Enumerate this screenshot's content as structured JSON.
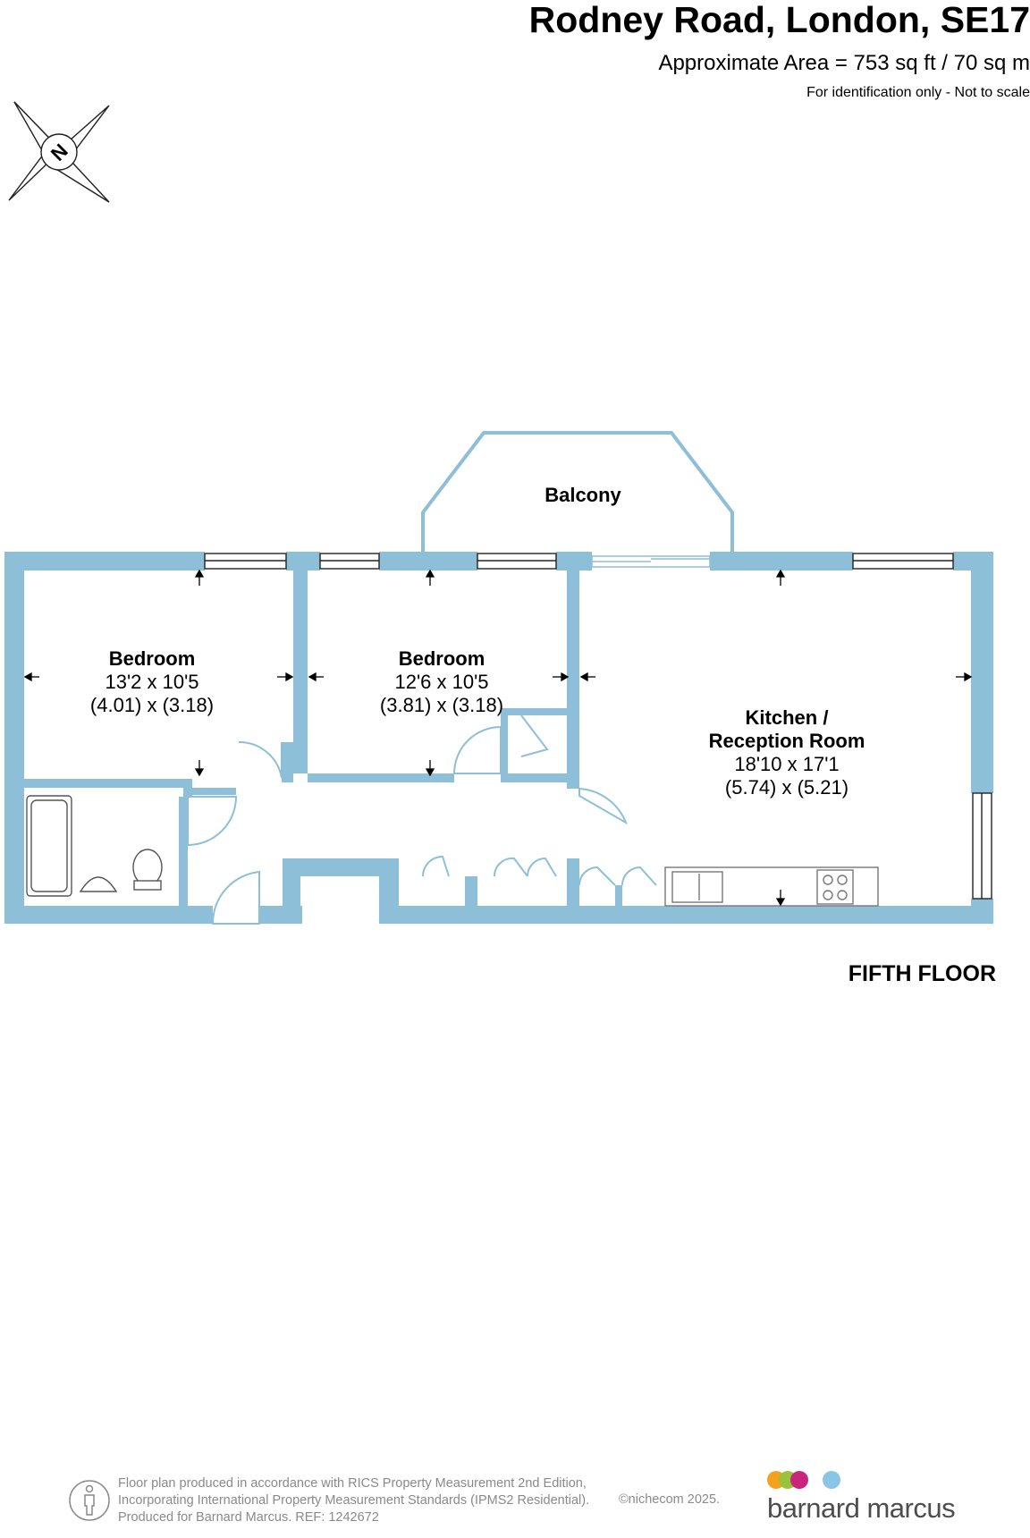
{
  "header": {
    "title": "Rodney Road, London, SE17",
    "area": "Approximate Area = 753 sq ft / 70 sq m",
    "disclaimer": "For identification only - Not to scale"
  },
  "compass": {
    "north_letter": "N",
    "icon": "compass-rose-icon"
  },
  "plan": {
    "wall_color": "#8ebfd9",
    "rooms": [
      {
        "name": "Balcony"
      },
      {
        "name": "Bedroom",
        "dim_imperial": "13'2 x 10'5",
        "dim_metric": "(4.01) x (3.18)"
      },
      {
        "name": "Bedroom",
        "dim_imperial": "12'6 x 10'5",
        "dim_metric": "(3.81) x (3.18)"
      },
      {
        "name_line1": "Kitchen /",
        "name_line2": "Reception Room",
        "dim_imperial": "18'10 x 17'1",
        "dim_metric": "(5.74) x (5.21)"
      }
    ],
    "floor_label": "FIFTH FLOOR"
  },
  "footer": {
    "line1": "Floor plan produced in accordance with RICS Property Measurement 2nd Edition,",
    "line2": "Incorporating International Property Measurement Standards (IPMS2 Residential).",
    "line3": "Produced for Barnard Marcus.   REF:  1242672",
    "copyright": "©nichecom 2025.",
    "brand_name": "barnard marcus",
    "brand_dot_colors": [
      "#f4a11d",
      "#9bc23c",
      "#c9257d",
      "#8ac4e6"
    ]
  }
}
